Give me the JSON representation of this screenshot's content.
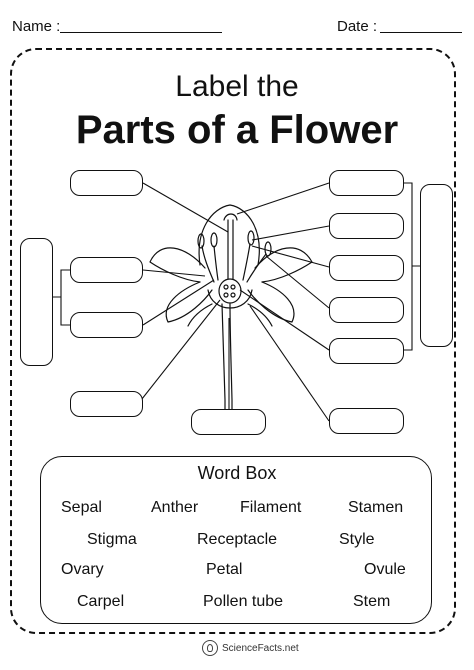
{
  "header": {
    "name_label": "Name :",
    "date_label": "Date :"
  },
  "title": {
    "line1": "Label the",
    "line2": "Parts of a Flower"
  },
  "word_box": {
    "title": "Word Box",
    "words": [
      "Sepal",
      "Anther",
      "Filament",
      "Stamen",
      "Stigma",
      "Receptacle",
      "Style",
      "Ovary",
      "Petal",
      "Ovule",
      "Carpel",
      "Pollen tube",
      "Stem"
    ]
  },
  "footer": {
    "logo_text": "ScienceFacts.net"
  }
}
